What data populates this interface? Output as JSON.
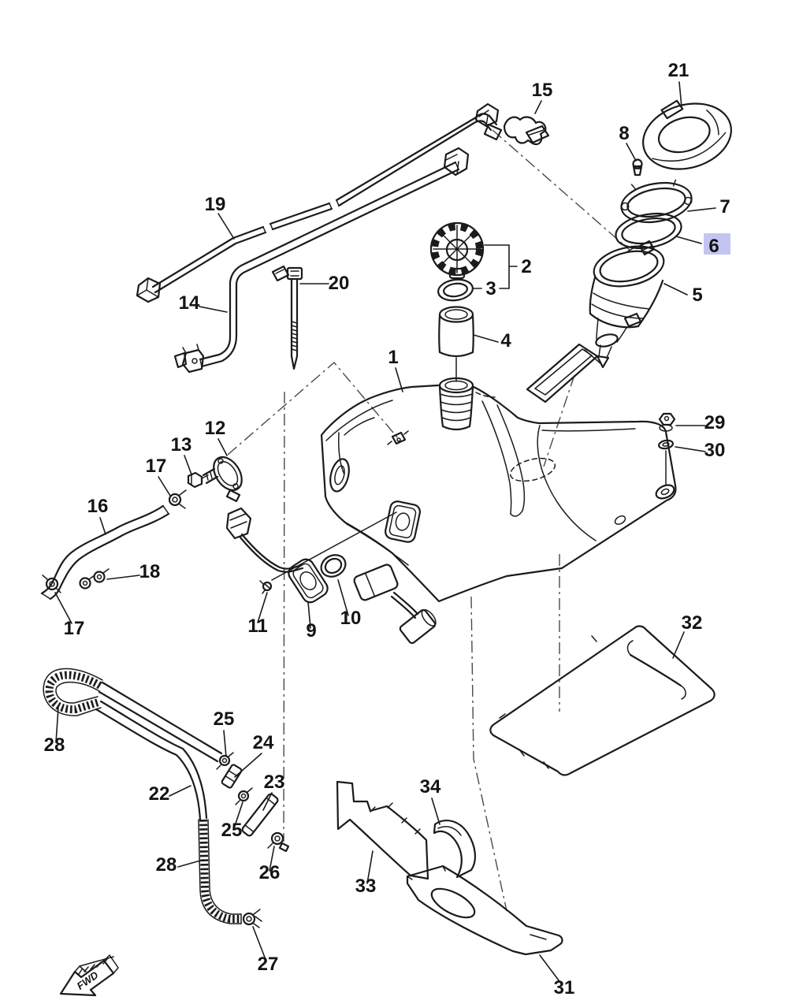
{
  "diagram": {
    "fwd_label": "FWD",
    "highlight": {
      "color": "#c4c4f3",
      "selected_part": "6"
    },
    "line_color": "#1b1b1b",
    "callouts": [
      {
        "text": "21"
      },
      {
        "text": "15"
      },
      {
        "text": "8"
      },
      {
        "text": "7"
      },
      {
        "text": "6"
      },
      {
        "text": "5"
      },
      {
        "text": "2"
      },
      {
        "text": "3"
      },
      {
        "text": "4"
      },
      {
        "text": "19"
      },
      {
        "text": "14"
      },
      {
        "text": "20"
      },
      {
        "text": "1"
      },
      {
        "text": "12"
      },
      {
        "text": "13"
      },
      {
        "text": "17"
      },
      {
        "text": "16"
      },
      {
        "text": "18"
      },
      {
        "text": "17"
      },
      {
        "text": "11"
      },
      {
        "text": "9"
      },
      {
        "text": "10"
      },
      {
        "text": "29"
      },
      {
        "text": "30"
      },
      {
        "text": "32"
      },
      {
        "text": "28"
      },
      {
        "text": "25"
      },
      {
        "text": "24"
      },
      {
        "text": "22"
      },
      {
        "text": "23"
      },
      {
        "text": "25"
      },
      {
        "text": "26"
      },
      {
        "text": "28"
      },
      {
        "text": "27"
      },
      {
        "text": "33"
      },
      {
        "text": "34"
      },
      {
        "text": "31"
      }
    ]
  }
}
